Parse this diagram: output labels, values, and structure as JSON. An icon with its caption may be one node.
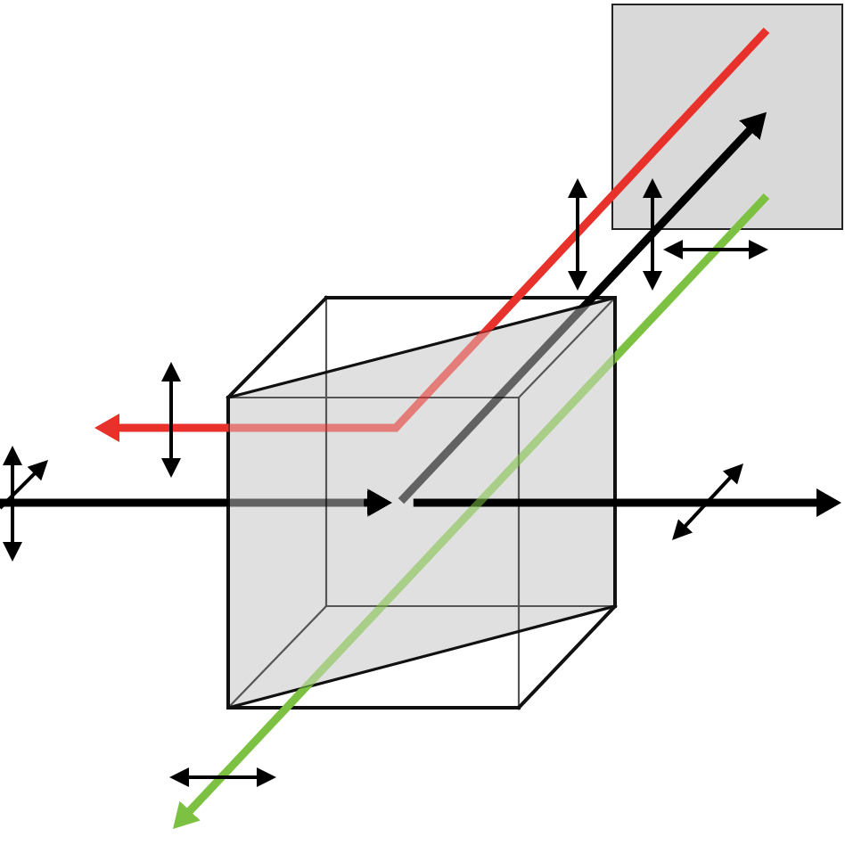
{
  "diagram": {
    "nodes": [
      {
        "text": [],
        "shape": "cube"
      },
      {
        "text": [],
        "shape": "box"
      }
    ],
    "edges": [
      {
        "from": null,
        "to": 0,
        "arrow": "to"
      },
      {
        "from": 0,
        "to": null,
        "arrow": "to"
      },
      {
        "from": 0,
        "to": 1,
        "arrow": "to"
      },
      {
        "from": 1,
        "to": null,
        "arrow": "to",
        "color": "#e8312a"
      },
      {
        "from": 1,
        "to": null,
        "arrow": "to",
        "color": "#7cc142"
      }
    ]
  }
}
